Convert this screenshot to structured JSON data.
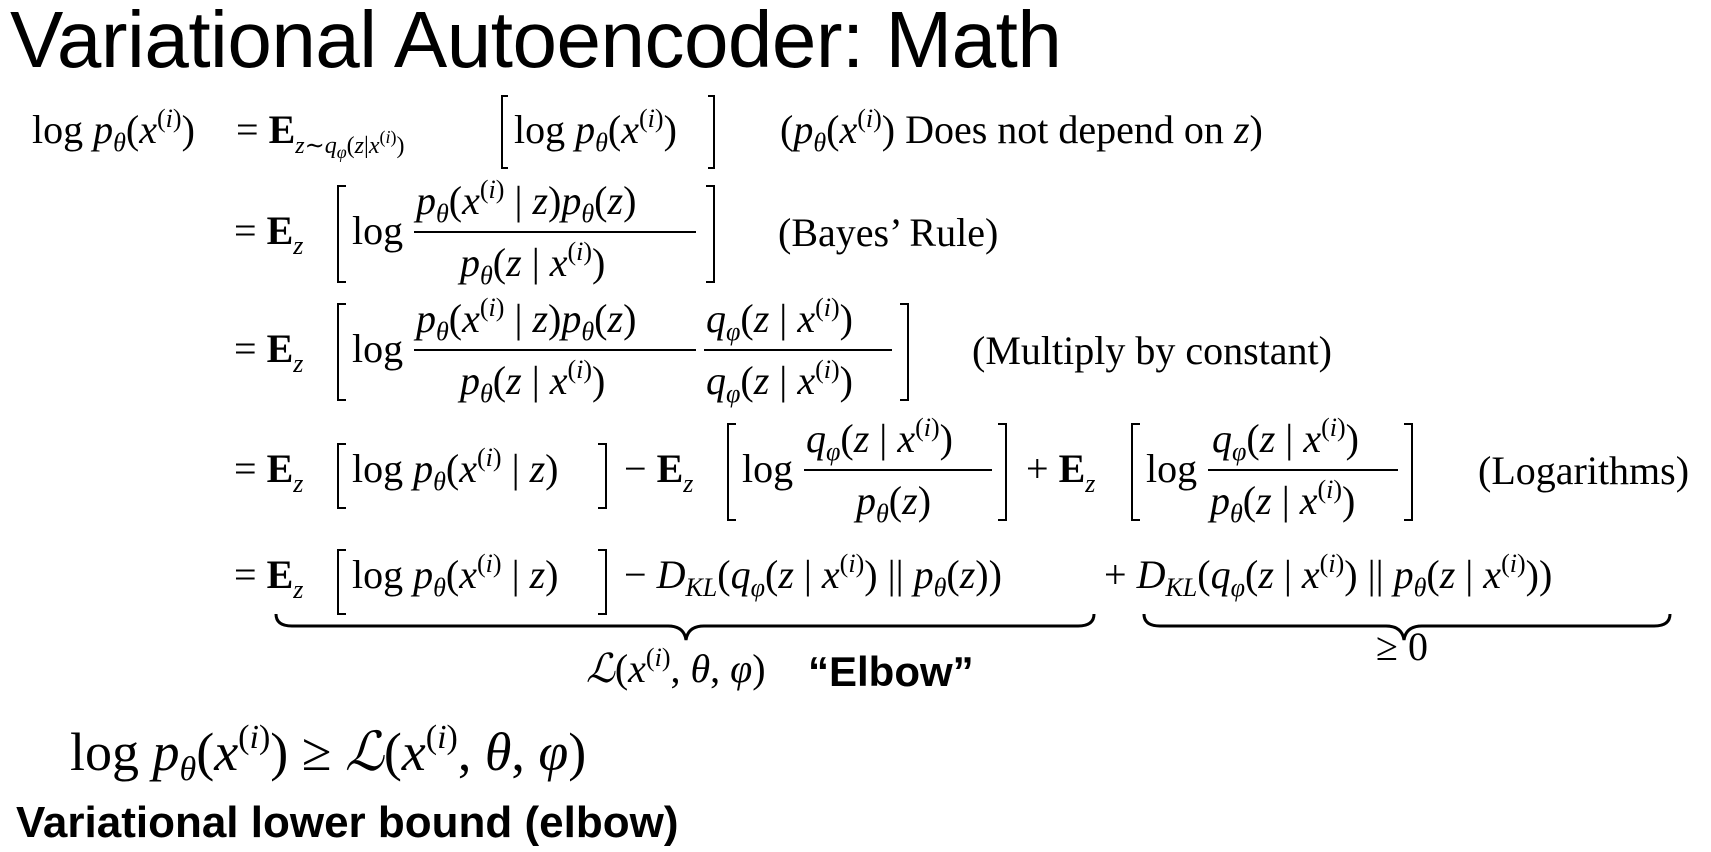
{
  "slide": {
    "title": "Variational Autoencoder: Math",
    "subtitle": "Variational lower bound (elbow)"
  },
  "derivation": {
    "row1": {
      "lhs": "log p_θ(x^(i))",
      "rhs": "= E_{z∼q_φ(z|x^(i))} [log p_θ(x^(i))]",
      "note": "(p_θ(x^(i)) Does not depend on z)"
    },
    "row2": {
      "rhs": "= E_z [log p_θ(x^(i) | z)p_θ(z) / p_θ(z | x^(i))]",
      "note": "(Bayes’ Rule)"
    },
    "row3": {
      "rhs": "= E_z [log p_θ(x^(i) | z)p_θ(z) / p_θ(z | x^(i)) · q_φ(z | x^(i)) / q_φ(z | x^(i))]",
      "note": "(Multiply by constant)"
    },
    "row4": {
      "rhs": "= E_z [log p_θ(x^(i) | z)] − E_z [log q_φ(z | x^(i)) / p_θ(z)] + E_z [log q_φ(z | x^(i)) / p_θ(z | x^(i))]",
      "note": "(Logarithms)"
    },
    "row5": {
      "rhs": "= E_z [log p_θ(x^(i) | z)] − D_KL(q_φ(z | x^(i)) || p_θ(z)) + D_KL(q_φ(z | x^(i)) || p_θ(z | x^(i)))"
    },
    "brace_left_label": "ℒ(x^(i), θ, φ)",
    "brace_left_tag": "“Elbow”",
    "brace_right_label": "≥ 0"
  },
  "bound": "log p_θ(x^(i)) ≥ ℒ(x^(i), θ, φ)"
}
